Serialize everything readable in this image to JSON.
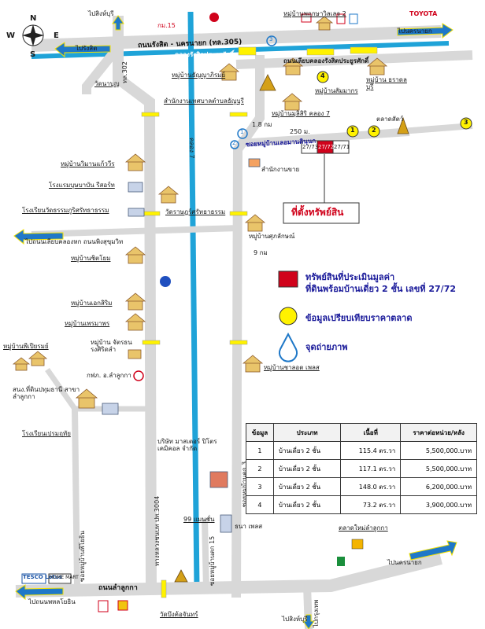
{
  "compass": {
    "n": "N",
    "s": "S",
    "e": "E",
    "w": "W"
  },
  "roads": {
    "rangsit_nakhonnayok": "ถนนรังสิต - นครนายก (ทล.305)",
    "to_singburi_top": "ไปสิงห์บุรี",
    "to_rangsit": "ไปรังสิต",
    "to_nakhonnayok_top": "ไปนครนายก",
    "canal_road": "ถนนเลียบคลองรังสิตประยูรศักดิ์",
    "canal_name": "คลองรังสิตประยูรศักดิ์",
    "r302": "ทล.302",
    "klong7_canal": "คลอง 7",
    "soi_lekomsab": "ซอยหมู่บ้านเลอมานดินุนก",
    "to_liab_klong": "ไปถนนเลียบคลองหก ถนนพิงสุขุมวิท",
    "phahon_3004": "ทางหลวงชนบท ปท.3004",
    "soi_3": "ซอยหมู่บ้านตก 3",
    "soi_15": "ซอยหมู่บ้านตก 15",
    "to_phahonyothin": "ไปถนนพหลโยธิน",
    "lamlukka_road": "ถนนลำลูกกา",
    "to_nakhonnayok_bottom": "ไปนครนายก",
    "to_singburi_bottom": "ไปสิงห์บุรี",
    "to_krungthep_bottom": "ไปกรุงเทพ",
    "soi_phi_yo": "ซอยหมู่บ้านพีโยธิน"
  },
  "distances": {
    "d1": "1.8 กม",
    "d2": "250 ม.",
    "d3": "9 กม",
    "km15": "กม.15"
  },
  "places": {
    "p1": "หมู่บ้านพฤกษาวิลเลจ 2",
    "toyota": "TOYOTA",
    "p2": "วัดนาบุญ",
    "p3": "หมู่บ้านธัญญาภิรมย์",
    "p4": "สำนักงานเทศบาลตำบลธัญบุรี",
    "p5": "หมู่บ้านสัมมากร",
    "p6": "หมู่บ้าน ธราดลบุรี",
    "p7": "หมู่บ้านมุลิสิริ คลอง 7",
    "p8": "ตลาดสัตว์",
    "p9": "หมู่บ้านวิมานแก้ววีร",
    "p10": "โรงแรมบุษบาบัน รีสอร์ท",
    "p11": "สำนักงานขาย",
    "p12": "โรงเรียนวัดธรรมภูริศรัทธาธรรม",
    "p13": "วัดราษฎร์ศรัทธาธรรม",
    "p14": "หมู่บ้านศุภลักษณ์",
    "p15": "หมู่บ้านชิตโยม",
    "p16": "หมู่บ้านเอกสิริม",
    "p17": "หมู่บ้านเพรมาพร",
    "p18": "หมู่บ้านพีเปียรมย์",
    "p19": "หมู่บ้าน จัตรธนรงศิริดลำ",
    "p20": "กฟภ. อ.ลำลูกกา",
    "p21": "สนง.ที่ดินปทุมธานี สาขา ลำลูกกา",
    "p22": "โรงเรียนเปรมฤทัย",
    "p23": "หมู่บ้านชาลอต เพลส",
    "p24": "บริษัท มาสเตอร์ ปิโตรเคมิคอล จำกัด",
    "p25": "99 แมนชั่น",
    "p26": "ธนา เพลส",
    "p27": "ตลาดใหม่ลำลูกกา",
    "p28": "วัดบึงค้อจันทร์",
    "tesco": "TESCO Lotus",
    "homemart": "HOME MART"
  },
  "subject": {
    "lot_a": "27/73",
    "lot_b": "27/72",
    "lot_c": "27/71",
    "label": "ที่ตั้งทรัพย์สิน"
  },
  "legend": {
    "subject_line1": "ทรัพย์สินที่ประเมินมูลค่า",
    "subject_line2": "ที่ดินพร้อมบ้านเดี่ยว 2 ชั้น เลขที่ 27/72",
    "compare": "ข้อมูลเปรียบเทียบราคาตลาด",
    "photo": "จุดถ่ายภาพ"
  },
  "markers": {
    "m1": "1",
    "m2": "2",
    "m3": "3",
    "m4": "4",
    "ph1": "1",
    "ph2": "2",
    "ph3": "3"
  },
  "table": {
    "headers": [
      "ข้อมูล",
      "ประเภท",
      "เนื้อที่",
      "ราคาต่อหน่วย/หลัง"
    ],
    "rows": [
      [
        "1",
        "บ้านเดี่ยว 2 ชั้น",
        "115.4 ตร.วา",
        "5,500,000.บาท"
      ],
      [
        "2",
        "บ้านเดี่ยว 2 ชั้น",
        "117.1 ตร.วา",
        "5,500,000.บาท"
      ],
      [
        "3",
        "บ้านเดี่ยว 2 ชั้น",
        "148.0 ตร.วา",
        "6,200,000.บาท"
      ],
      [
        "4",
        "บ้านเดี่ยว 2 ชั้น",
        "73.2 ตร.วา",
        "3,900,000.บาท"
      ]
    ]
  },
  "colors": {
    "road": "#d8d8d8",
    "canal": "#1fa3d8",
    "arrow": "#1f78c8",
    "subject": "#d0021b",
    "marker": "#fff200",
    "text_blue": "#1a1a9a"
  }
}
